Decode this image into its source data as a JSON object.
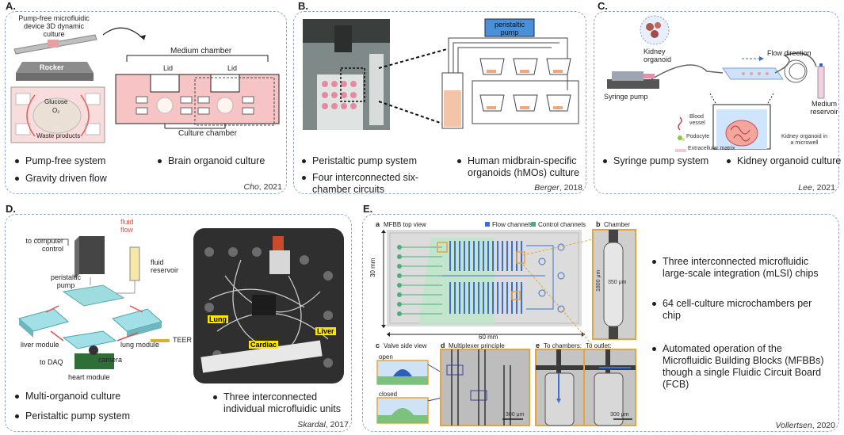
{
  "panels": {
    "a": {
      "label": "A.",
      "device_title": "Pump-free microfluidic device 3D dynamic culture",
      "rocker": "Rocker",
      "medium_chamber": "Medium chamber",
      "lid1": "Lid",
      "lid2": "Lid",
      "culture_chamber": "Culture chamber",
      "glucose": "Glucose",
      "o2": "O₂",
      "waste": "Waste products",
      "bullets": [
        "Pump-free system",
        "Gravity driven flow",
        "Brain organoid culture"
      ],
      "citation_name": "Cho",
      "citation_suffix": ", 2021"
    },
    "b": {
      "label": "B.",
      "pump": "peristaltic pump",
      "bullets": [
        "Peristaltic pump system",
        "Four interconnected six-chamber circuits",
        "Human midbrain-specific organoids (hMOs) culture"
      ],
      "citation_name": "Berger",
      "citation_suffix": ", 2018"
    },
    "c": {
      "label": "C.",
      "kidney_organoid": "Kidney organoid",
      "flow_direction": "Flow direction",
      "syringe_pump": "Syringe pump",
      "medium_reservoir": "Medium reservoir",
      "blood_vessel": "Blood vessel",
      "podocyte": "Podocyte",
      "ecm": "Extracellular matrix",
      "microwell": "Kidney organoid in a microwell",
      "bullets": [
        "Syringe pump system",
        "Kidney organoid culture"
      ],
      "citation_name": "Lee",
      "citation_suffix": ", 2021"
    },
    "d": {
      "label": "D.",
      "fluid_flow": "fluid flow",
      "to_computer": "to computer control",
      "fluid_reservoir": "fluid reservoir",
      "peristaltic_pump": "peristaltic pump",
      "liver_module": "liver module",
      "lung_module": "lung module",
      "teer": "TEER",
      "to_daq": "to DAQ",
      "camera": "camera",
      "heart_module": "heart module",
      "photo_lung": "Lung",
      "photo_cardiac": "Cardiac",
      "photo_liver": "Liver",
      "bullets": [
        "Multi-organoid culture",
        "Peristaltic pump system",
        "Three interconnected individual microfluidic units"
      ],
      "citation_name": "Skardal",
      "citation_suffix": ", 2017"
    },
    "e": {
      "label": "E.",
      "sub_a": "a",
      "top_view": "MFBB top view",
      "flow_channels": "Flow channels",
      "control_channels": "Control channels",
      "dim_30": "30 mm",
      "dim_60": "60 mm",
      "sub_b": "b",
      "chamber": "Chamber",
      "dim_1800": "1800 μm",
      "dim_350": "350 μm",
      "sub_c": "c",
      "valve_side": "Valve side view",
      "open": "open",
      "closed": "closed",
      "sub_d": "d",
      "multiplexer": "Multiplexer principle",
      "scale_d": "300 μm",
      "sub_e": "e",
      "to_chambers": "To chambers:",
      "to_outlet": "To outlet:",
      "scale_e": "300 μm",
      "bullets": [
        "Three interconnected microfluidic large-scale integration (mLSI) chips",
        "64 cell-culture microchambers per chip",
        "Automated operation of the Microfluidic Building Blocks (MFBBs) though a single Fluidic Circuit Board (FCB)"
      ],
      "citation_name": "Vollertsen",
      "citation_suffix": ", 2020"
    }
  },
  "colors": {
    "border": "#8ea4cc",
    "medium_pink": "#f6c4c4",
    "pump_blue": "#4a90d9",
    "flow_blue": "#3d6fd0",
    "control_green": "#4caf7a",
    "orange": "#e8a33c"
  }
}
